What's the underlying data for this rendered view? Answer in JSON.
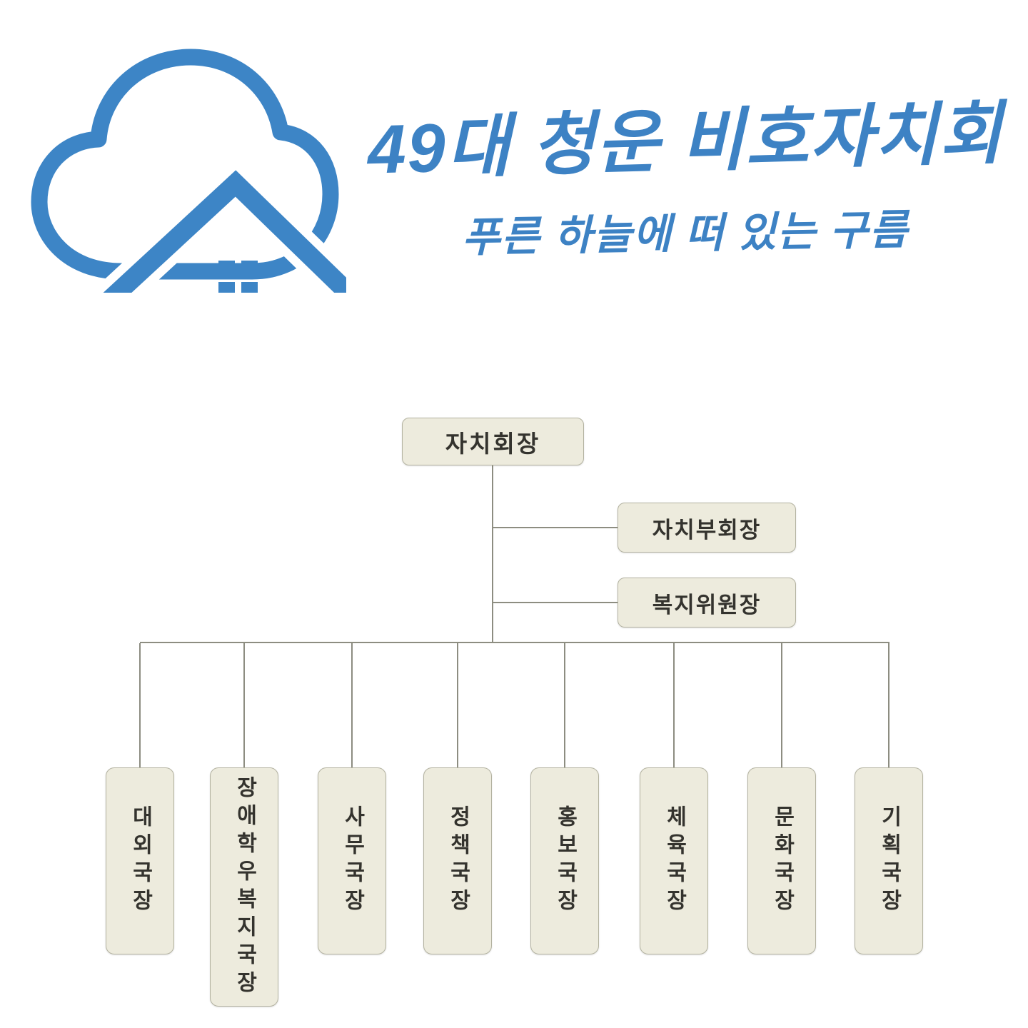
{
  "header": {
    "title": "49대 청운 비호자치회",
    "subtitle": "푸른 하늘에 떠 있는 구름",
    "accent_color": "#3d82c4"
  },
  "logo": {
    "description": "cloud-with-house-roof-logo",
    "color": "#3d85c6"
  },
  "org_chart": {
    "root": {
      "label": "자치회장"
    },
    "side_boxes": [
      {
        "label": "자치부회장"
      },
      {
        "label": "복지위원장"
      }
    ],
    "departments": [
      {
        "label": "대외국장"
      },
      {
        "label": "장애학우복지국장"
      },
      {
        "label": "사무국장"
      },
      {
        "label": "정책국장"
      },
      {
        "label": "홍보국장"
      },
      {
        "label": "체육국장"
      },
      {
        "label": "문화국장"
      },
      {
        "label": "기획국장"
      }
    ],
    "box_background": "#edebdd",
    "box_border": "#b3b2a0",
    "line_color": "#8d8d81"
  }
}
